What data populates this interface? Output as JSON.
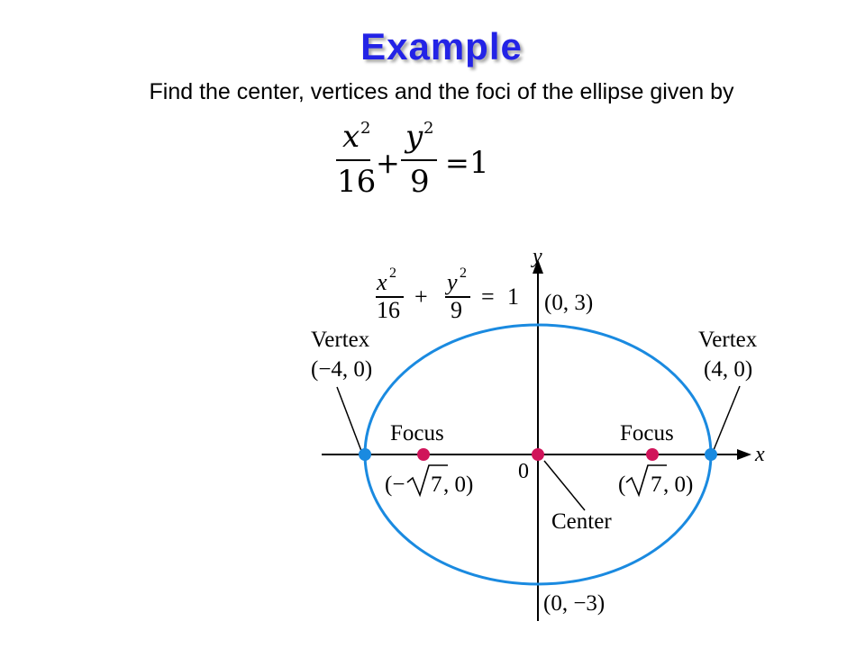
{
  "title": "Example",
  "prompt": "Find the center, vertices and the foci of the ellipse given by",
  "equation": {
    "x_var": "x",
    "y_var": "y",
    "exponent": "2",
    "x_denominator": "16",
    "y_denominator": "9",
    "plus": "+",
    "equals": "=",
    "rhs": "1"
  },
  "diagram": {
    "ellipse": {
      "a": 4,
      "b": 3,
      "color": "#1a8ae0"
    },
    "axes": {
      "x_label": "x",
      "y_label": "y",
      "origin_label": "0"
    },
    "vertex_word": "Vertex",
    "focus_word": "Focus",
    "center_word": "Center",
    "left_vertex_coord": "(−4, 0)",
    "right_vertex_coord": "(4, 0)",
    "top_coord": "(0, 3)",
    "bottom_coord": "(0, −3)",
    "left_focus": {
      "paren_open": "(−",
      "radicand": "7",
      "rest": ", 0)"
    },
    "right_focus": {
      "paren_open": "(",
      "radicand": "7",
      "rest": ", 0)"
    },
    "vertex_color": "#1a8ae0",
    "focus_color": "#d0145a",
    "points": [
      {
        "x": -4,
        "y": 0,
        "kind": "vertex"
      },
      {
        "x": -2.6458,
        "y": 0,
        "kind": "focus"
      },
      {
        "x": 0,
        "y": 0,
        "kind": "center"
      },
      {
        "x": 2.6458,
        "y": 0,
        "kind": "focus"
      },
      {
        "x": 4,
        "y": 0,
        "kind": "vertex"
      }
    ]
  }
}
